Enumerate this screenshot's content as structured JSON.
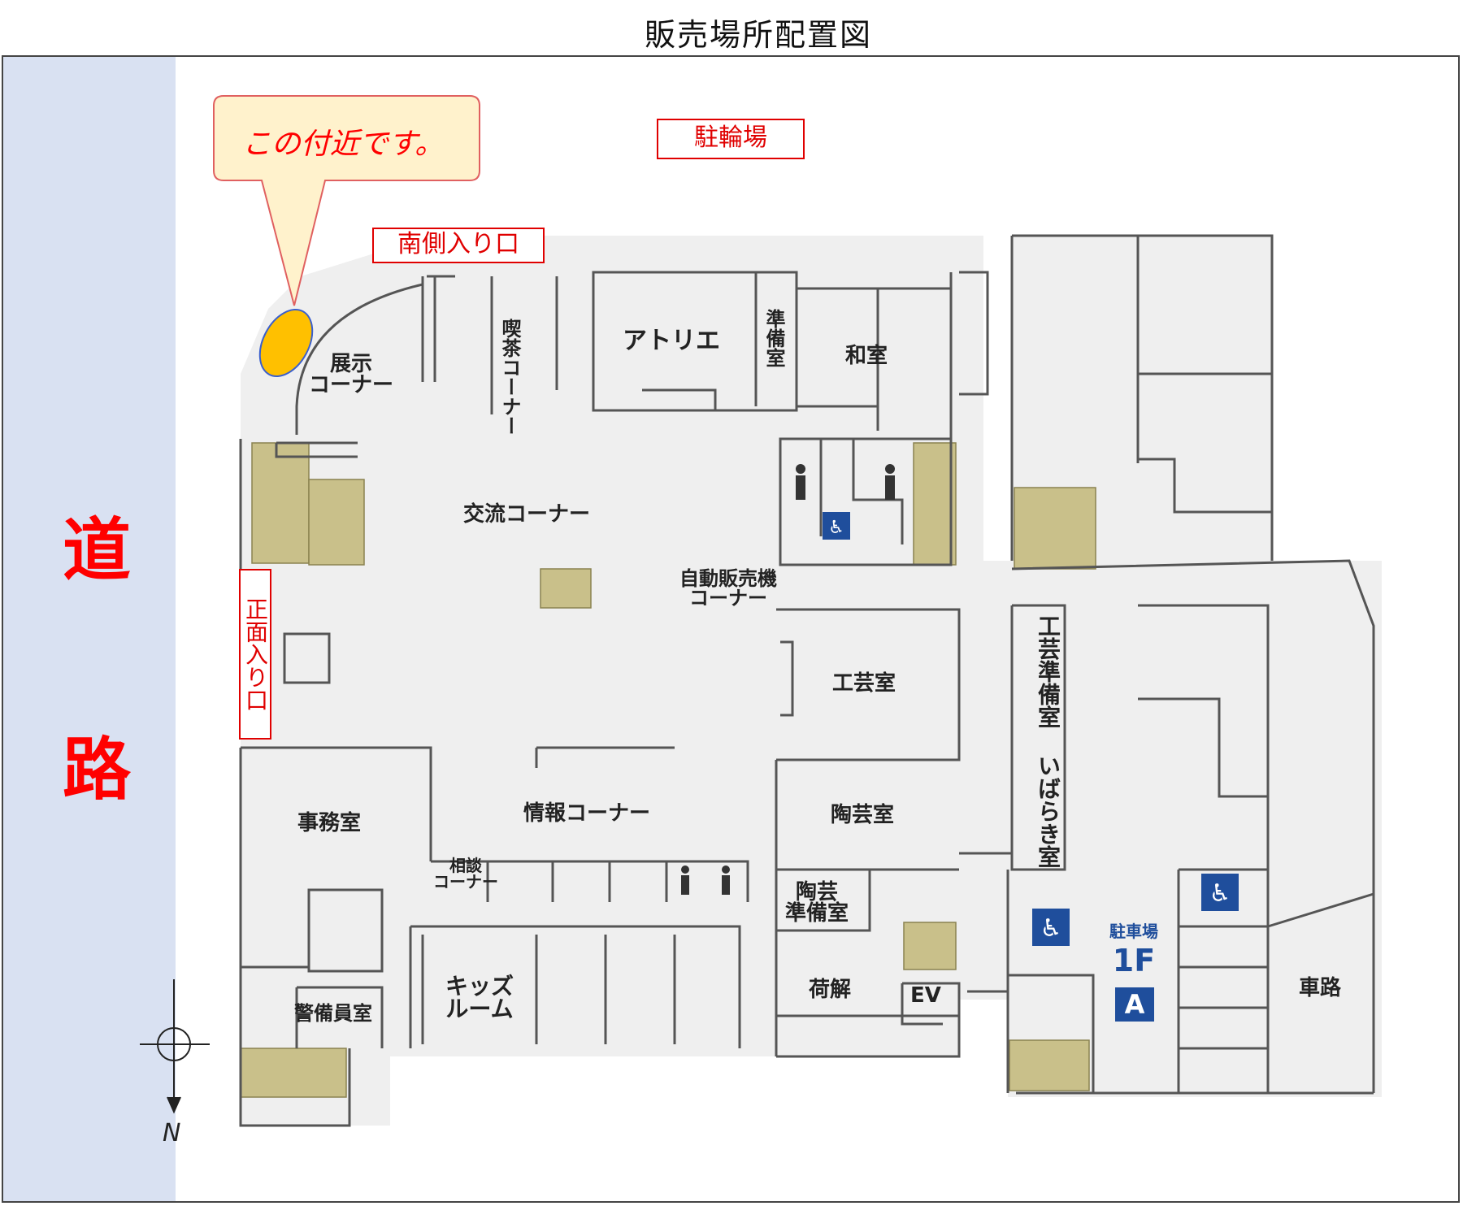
{
  "title": "販売場所配置図",
  "road": {
    "char1": "道",
    "char2": "路"
  },
  "callout": {
    "text": "この付近です。"
  },
  "signs": {
    "bicycle_parking": "駐輪場",
    "south_entrance": "南側入り口",
    "front_entrance": "正面入り口"
  },
  "rooms": {
    "exhibition": "展示\nコーナー",
    "cafe": "喫茶コーナー",
    "atelier": "アトリエ",
    "prep_room": "準備室",
    "japanese_room": "和室",
    "exchange_corner": "交流コーナー",
    "vending_corner": "自動販売機\nコーナー",
    "craft_room": "工芸室",
    "craft_prep_room": "工芸準備室",
    "ibaraki_room": "いばらき室",
    "pottery_room": "陶芸室",
    "pottery_prep_room": "陶芸\n準備室",
    "office": "事務室",
    "info_corner": "情報コーナー",
    "consult_corner": "相談\nコーナー",
    "kids_room": "キッズ\nルーム",
    "guard_room": "警備員室",
    "unloading": "荷解",
    "ev": "EV",
    "road_lane": "車路"
  },
  "parking": {
    "label": "駐車場",
    "floor": "1F",
    "area": "A"
  },
  "compass": {
    "north": "N"
  },
  "colors": {
    "road": "#d9e1f2",
    "floor": "#efefef",
    "stairs": "#c9c08a",
    "callout_fill": "#fff2cc",
    "marker": "#ffc000",
    "accent_red": "#ff0000",
    "accessibility_blue": "#1f4e9c"
  }
}
